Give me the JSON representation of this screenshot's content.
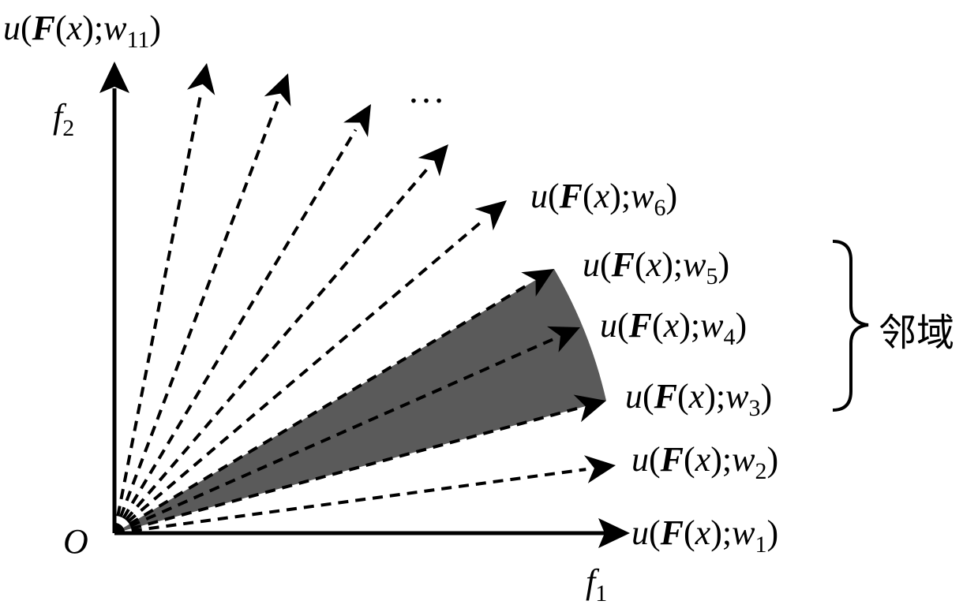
{
  "origin": "O",
  "x_axis": {
    "symbol": "f",
    "sub": "1"
  },
  "y_axis": {
    "symbol": "f",
    "sub": "2"
  },
  "vector_labels": [
    {
      "sub": "1"
    },
    {
      "sub": "2"
    },
    {
      "sub": "3"
    },
    {
      "sub": "4"
    },
    {
      "sub": "5"
    },
    {
      "sub": "6"
    },
    {
      "sub": "11"
    }
  ],
  "label_parts": {
    "u": "u",
    "open": "(",
    "F": "F",
    "x_open": "(",
    "x": "x",
    "x_close": ")",
    "sep": ";",
    "w": "w",
    "close": ")"
  },
  "ellipsis": "…",
  "neighborhood_label": "邻域",
  "colors": {
    "shaded_region": "#5a5a5a",
    "lines": "#000000"
  }
}
